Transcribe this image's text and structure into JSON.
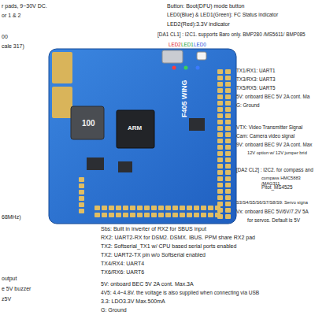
{
  "diagram": {
    "labels": [
      "r pads, 9~30V DC.",
      "or 1 & 2",
      "00",
      "cale 317)",
      "Button: Boot(DFU) mode button",
      "LED0(Blue) & LED1(Green): FC Status indicator",
      "LED2(Red):3.3V indicator",
      "[DA1 CL1] : I2C1. supports Baro only. BMP280 /MS5611/ BMP085",
      "LED2",
      "LED1",
      "LED0",
      "TX1/RX1: UART1",
      "TX3/RX3: UART3",
      "TX5/RX5: UART5",
      "5V: onboard BEC 5V 2A cont. Ma",
      "G: Ground",
      "VTX: Video Transmitter Signal",
      "Cam: Camera video signal",
      "9V: onboard BEC 9V 2A cont. Max",
      "12V option w/ 12V jumper brid",
      "[DA2 CL2] : I2C2. for compass and",
      "compass HMC5883 /MAG311",
      "Pitot_MS4525",
      "S3/S4/S5/S6/S7/S8/S9: Servo signa",
      "Vx: onboard BEC 5V/6V/7.2V 5A",
      "for servos. Default is 5V",
      "68MHz)",
      "Sbs: Built in inverter of RX2 for SBUS input",
      "RX2: UART2-RX for DSM2. DSMX. IBUS. PPM share RX2 pad",
      "TX2: Softserial_TX1 w/ CPU based serial ports enabled",
      "TX2: UART2-TX pin w/o Softserial enabled",
      "TX4/RX4: UART4",
      "TX6/RX6: UART6",
      "output",
      "e 5V buzzer",
      "z5V",
      "5V: onboard BEC 5V 2A cont. Max.3A",
      "4V5: 4.4~4.8V. the voltage is also supplied when connecting via USB",
      "3.3: LDO3.3V Max.500mA",
      "G: Ground",
      "100",
      "ARM",
      "F405 WING"
    ]
  }
}
